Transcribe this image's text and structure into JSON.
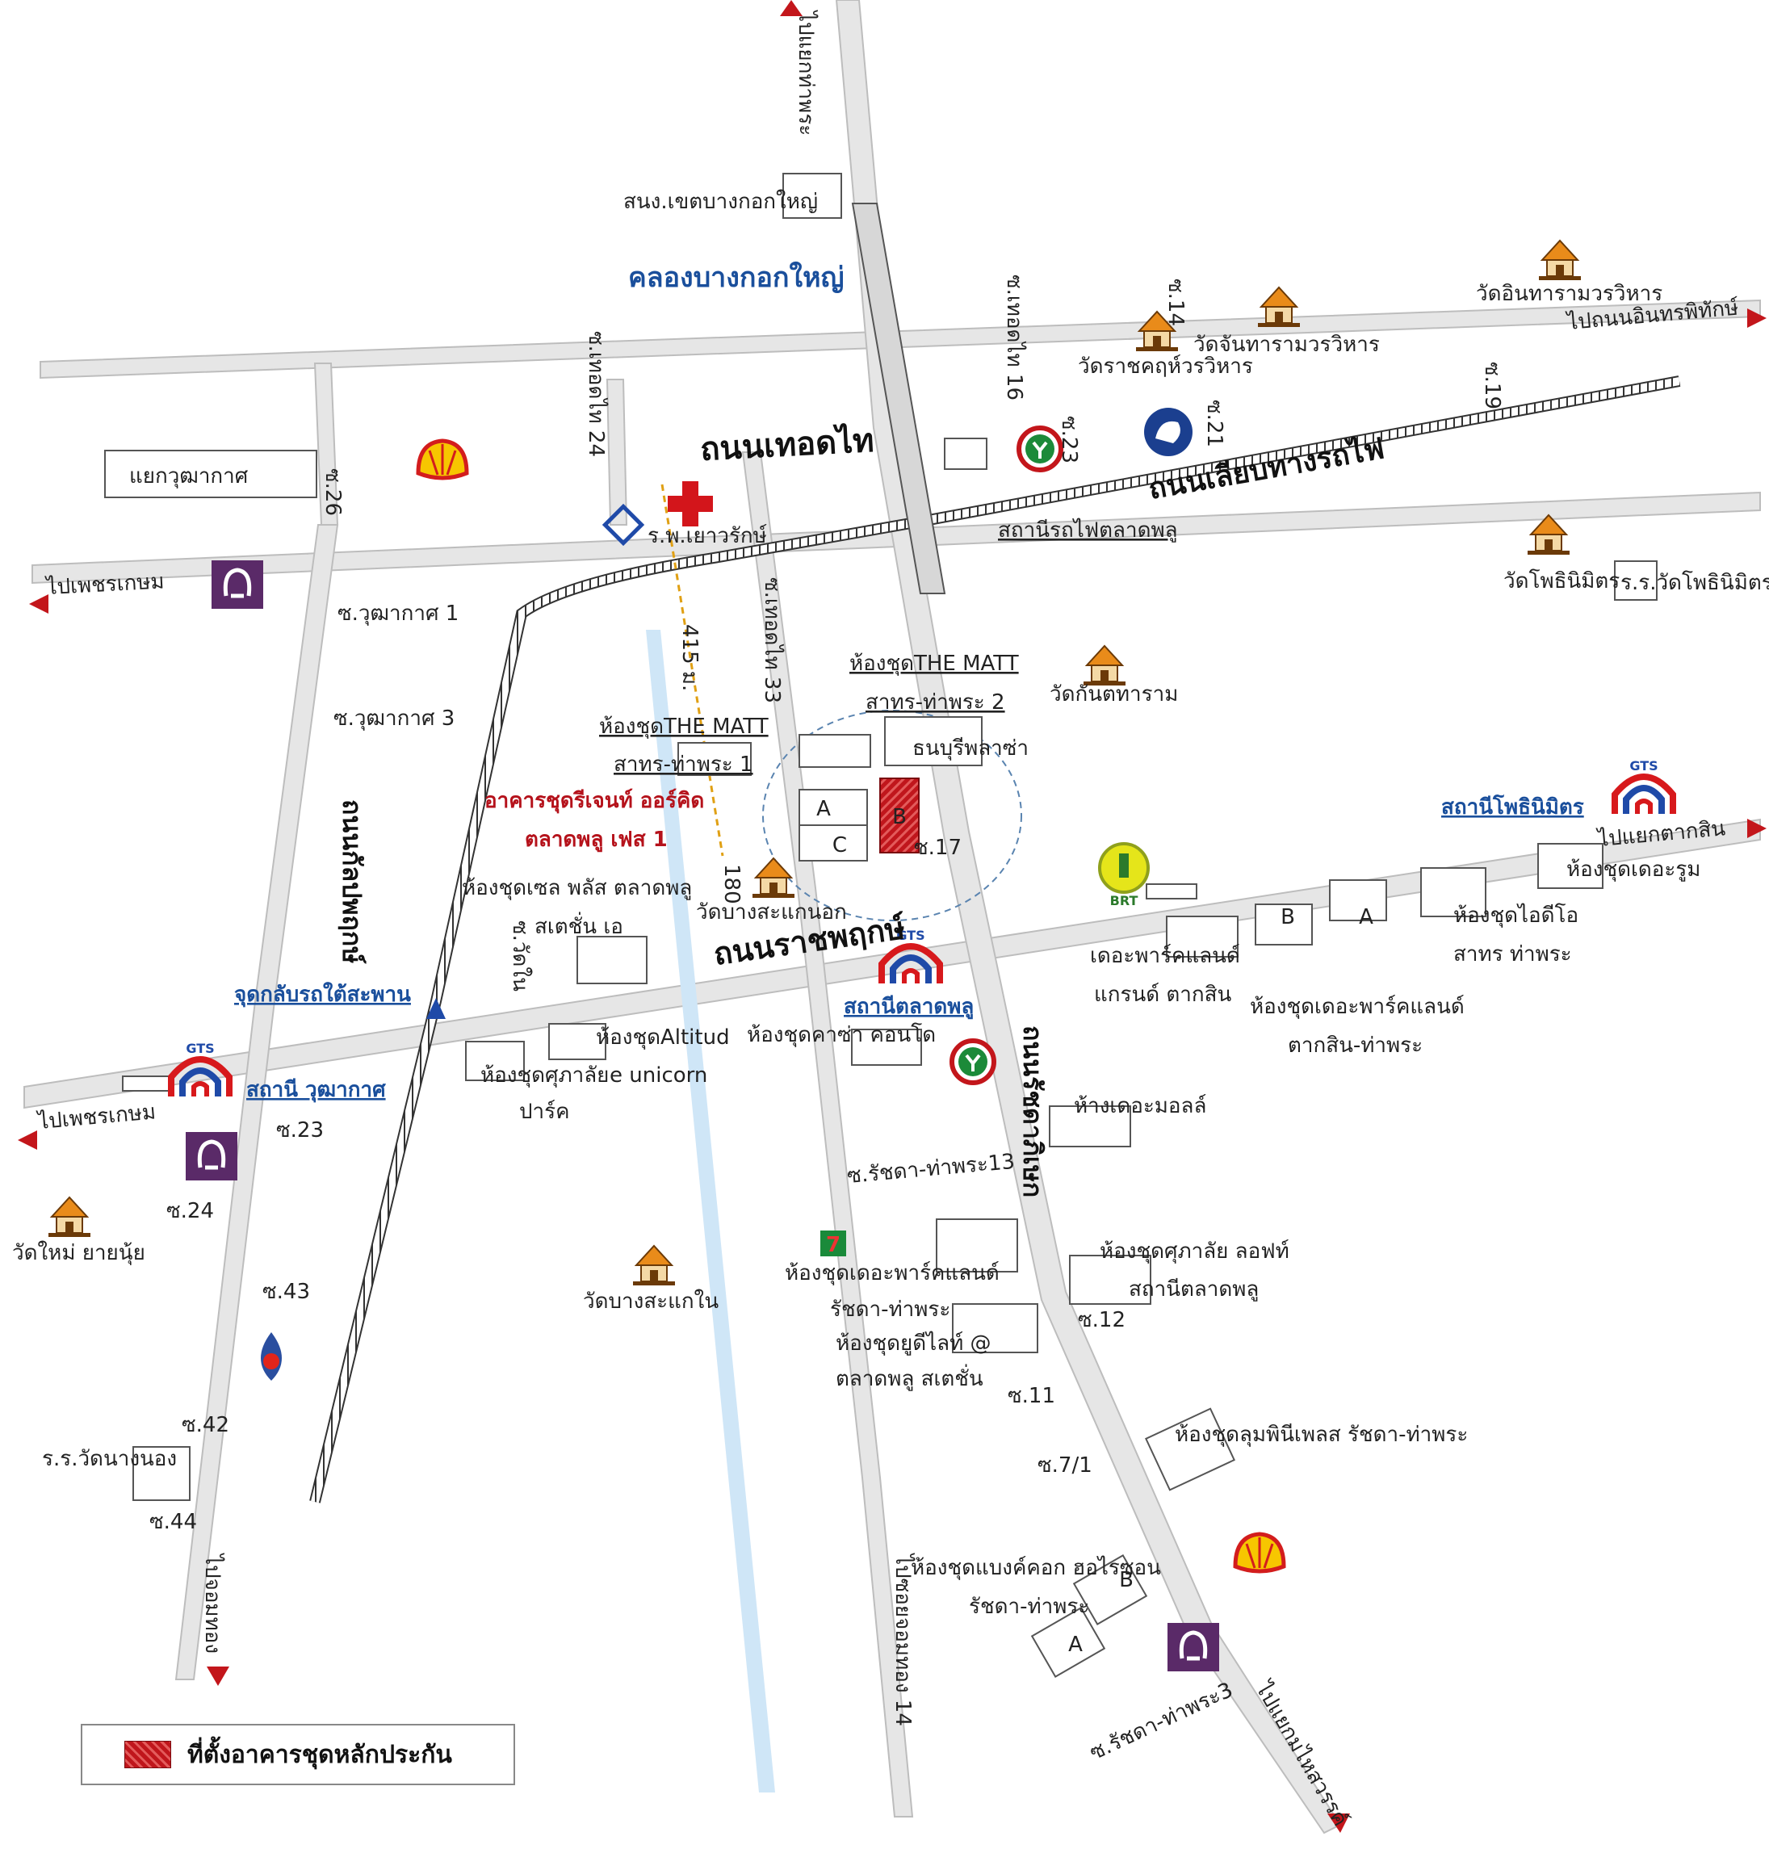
{
  "colors": {
    "road_fill": "#e6e6e6",
    "rail": "#333333",
    "bts_red": "#d7191c",
    "bts_blue": "#1f4aa8",
    "collateral_red": "#c0161c",
    "canal": "#cfe6f7",
    "label_blue": "#1a4f9c",
    "label_red": "#b5121b"
  },
  "roads": {
    "thoet_thai": "ถนนเทอดไท",
    "ratchaphruek": "ถนนราชพฤกษ์",
    "rail_side": "ถนนเลียบทางรถไฟ",
    "kanlapaphruek": "ถนนกัลปพฤกษ์",
    "ratchada": "ถนนรัชดาภิเษก"
  },
  "directions": {
    "to_tha_phra": "ไปแยกท่าพระ",
    "to_phet_kasem_top": "ไปเพชรเกษม",
    "to_phet_kasem_bottom": "ไปเพชรเกษม",
    "to_chom_thong": "ไปจอมทอง",
    "to_taksin": "ไปแยกตากสิน",
    "to_mahai_sawan": "ไปแยกมไหสวรรค์",
    "to_inthara": "ไปถนนอินทรพิทักษ์",
    "to_chom_thong_14": "ไปซอยจอมทอง 14"
  },
  "labels": {
    "district_office": "สนง.เขตบางกอกใหญ่",
    "canal": "คลองบางกอกใหญ่",
    "wutthakat_junction": "แยกวุฒากาศ",
    "hospital": "ร.พ.เยาวรักษ์",
    "soi_thoet_thai_24": "ซ.เทอดไท 24",
    "soi_thoet_thai_16": "ซ.เทอดไท 16",
    "soi_thoet_thai_33": "ซ.เทอดไท 33",
    "soi_26": "ซ.26",
    "soi_14": "ซ.14",
    "soi_23_top": "ซ.23",
    "soi_21": "ซ.21",
    "soi_19": "ซ.19",
    "soi_wut_1": "ซ.วุฒากาศ 1",
    "soi_wut_3": "ซ.วุฒากาศ 3",
    "wat_ratchakrue": "วัดราชคฤห์วรวิหาร",
    "wat_chantharam": "วัดจันทารามวรวิหาร",
    "wat_intharam": "วัดอินทารามวรวิหาร",
    "wat_photh": "วัดโพธินิมิตร",
    "school_photh": "ร.ร.วัดโพธินิมิตร",
    "train_station": "สถานีรถไฟตลาดพลู",
    "wat_kanikaram": "วัดกันตทาราม",
    "matt2_l1": "ห้องชุดTHE MATT",
    "matt2_l2": "สาทร-ท่าพระ 2",
    "matt1_l1": "ห้องชุดTHE MATT",
    "matt1_l2": "สาทร-ท่าพระ 1",
    "thonburi_plaza": "ธนบุรีพลาซ่า",
    "dist_415": "415 ม.",
    "dist_180": "180",
    "collateral_l1": "อาคารชุดรีเจนท์ ออร์คิด",
    "collateral_l2": "ตลาดพลู เฟส 1",
    "bldg_a": "A",
    "bldg_b": "B",
    "bldg_c": "C",
    "soi_17": "ซ.17",
    "cell_plus": "ห้องชุดเซล พลัส ตลาดพลู",
    "station_a": "สเตชั่น เอ",
    "wat_nai": "ซ.วัดใน",
    "wat_bang_sakae_nok": "วัดบางสะแกนอก",
    "u_turn": "จุดกลับรถใต้สะพาน",
    "bts_wutthakat": "สถานี วุฒากาศ",
    "bts_talat_phlu": "สถานีตลาดพลู",
    "bts_pho_nimit": "สถานีโพธินิมิตร",
    "altitude": "ห้องชุดAltitud",
    "unicorn": "e unicorn",
    "supalai": "ห้องชุดศุภาลัย",
    "park": "ปาร์ค",
    "casa_condo": "ห้องชุดคาซ่า คอนโด",
    "parkland_grand_l1": "เดอะพาร์คแลนด์",
    "parkland_grand_l2": "แกรนด์ ตากสิน",
    "parkland_taksin_l1": "ห้องชุดเดอะพาร์คแลนด์",
    "parkland_taksin_l2": "ตากสิน-ท่าพระ",
    "ideo_l1": "ห้องชุดไอดีโอ",
    "ideo_l2": "สาทร ท่าพระ",
    "the_room": "ห้องชุดเดอะรูม",
    "the_mall": "ห้างเดอะมอลล์",
    "soi_ratchada_13": "ซ.รัชดา-ท่าพระ13",
    "soi_23_bottom": "ซ.23",
    "soi_24": "ซ.24",
    "wat_mai_yai_nui": "วัดใหม่ ยายนุ้ย",
    "soi_43": "ซ.43",
    "soi_42": "ซ.42",
    "soi_44": "ซ.44",
    "school_nang_nong": "ร.ร.วัดนางนอง",
    "wat_bang_sakae_nai": "วัดบางสะแกใน",
    "parkland_ratchada_l1": "ห้องชุดเดอะพาร์คแลนด์",
    "parkland_ratchada_l2": "รัชดา-ท่าพระ",
    "udelight_l1": "ห้องชุดยูดีไลท์ @",
    "udelight_l2": "ตลาดพลู สเตชั่น",
    "supalai_loft_l1": "ห้องชุดศุภาลัย ลอฟท์",
    "supalai_loft_l2": "สถานีตลาดพลู",
    "soi_12": "ซ.12",
    "soi_11": "ซ.11",
    "soi_7_1": "ซ.7/1",
    "lumpini": "ห้องชุดลุมพินีเพลส รัชดา-ท่าพระ",
    "bangkok_horizon_l1": "ห้องชุดแบงค์คอก ฮอไรซอน",
    "bangkok_horizon_l2": "รัชดา-ท่าพระ",
    "soi_ratchada_3": "ซ.รัชดา-ท่าพระ3",
    "gts": "GTS",
    "brt": "BRT",
    "seven": "7"
  },
  "legend": {
    "label": "ที่ตั้งอาคารชุดหลักประกัน"
  },
  "icons": [
    "shell-icon",
    "hospital-cross-icon",
    "bangkok-bank-icon",
    "kasikorn-bank-icon",
    "krungthai-bank-icon",
    "siam-commercial-bank-icon",
    "temple-icon",
    "bts-icon",
    "brt-icon",
    "seven-eleven-icon",
    "ptt-icon",
    "arrow-icon"
  ]
}
